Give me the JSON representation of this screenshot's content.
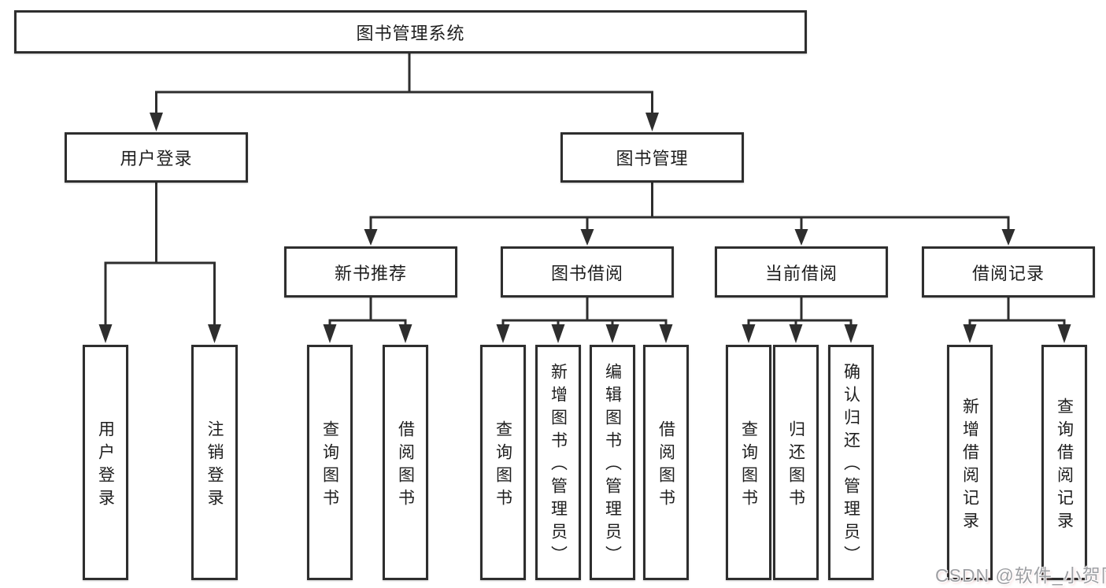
{
  "diagram": {
    "root": {
      "label": "图书管理系统",
      "children": [
        {
          "label": "用户登录",
          "children": [
            {
              "label": "用户登录"
            },
            {
              "label": "注销登录"
            }
          ]
        },
        {
          "label": "图书管理",
          "children": [
            {
              "label": "新书推荐",
              "children": [
                {
                  "label": "查询图书"
                },
                {
                  "label": "借阅图书"
                }
              ]
            },
            {
              "label": "图书借阅",
              "children": [
                {
                  "label": "查询图书"
                },
                {
                  "label": "新增图书（管理员）"
                },
                {
                  "label": "编辑图书（管理员）"
                },
                {
                  "label": "借阅图书"
                }
              ]
            },
            {
              "label": "当前借阅",
              "children": [
                {
                  "label": "查询图书"
                },
                {
                  "label": "归还图书"
                },
                {
                  "label": "确认归还（管理员）"
                }
              ]
            },
            {
              "label": "借阅记录",
              "children": [
                {
                  "label": "新增借阅记录"
                },
                {
                  "label": "查询借阅记录"
                }
              ]
            }
          ]
        }
      ]
    },
    "line_color": "#2e2e2e",
    "box_background": "#ffffff"
  },
  "watermark": {
    "text": "CSDN @软件_小贺同学"
  }
}
